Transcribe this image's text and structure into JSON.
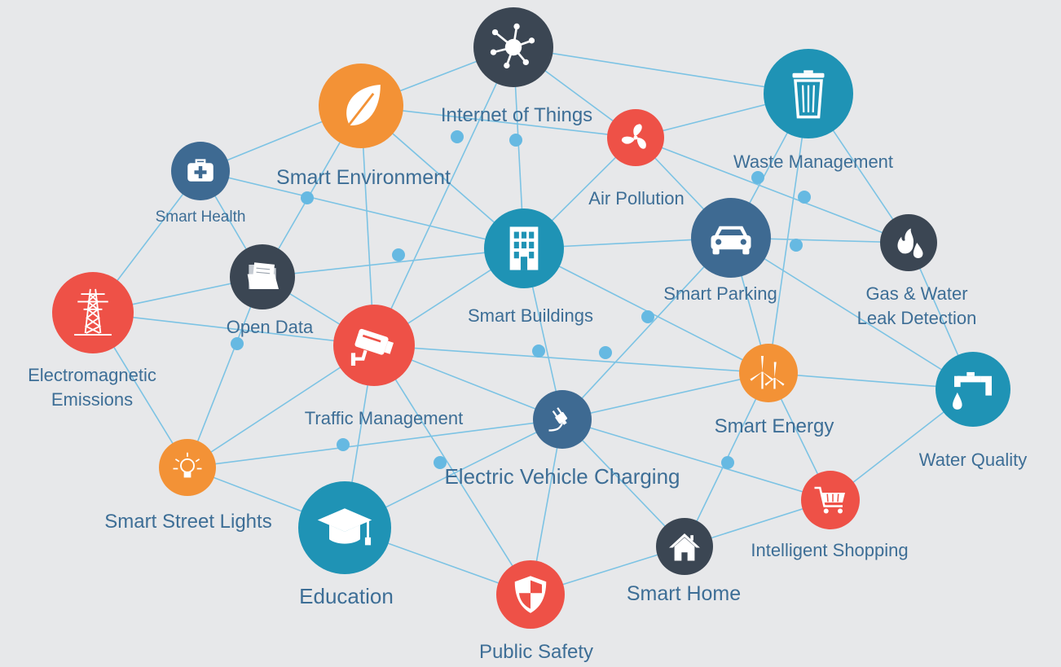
{
  "palette": {
    "background": "#e7e8ea",
    "edge": "#7cc3e4",
    "junction": "#66b9e2",
    "label": "#3d6e96",
    "orange": "#f39236",
    "red": "#ee5147",
    "dark_slate": "#3b4653",
    "steel_blue": "#3e6a92",
    "teal": "#1f93b5",
    "icon": "#ffffff"
  },
  "nodes": [
    {
      "id": "iot",
      "label": "Internet of Things",
      "icon": "network-hub-icon",
      "color": "dark_slate"
    },
    {
      "id": "environment",
      "label": "Smart Environment",
      "icon": "leaf-icon",
      "color": "orange"
    },
    {
      "id": "air",
      "label": "Air Pollution",
      "icon": "fan-icon",
      "color": "red"
    },
    {
      "id": "waste",
      "label": "Waste Management",
      "icon": "trash-can-icon",
      "color": "teal"
    },
    {
      "id": "health",
      "label": "Smart Health",
      "icon": "medical-kit-icon",
      "color": "steel_blue"
    },
    {
      "id": "buildings",
      "label": "Smart Buildings",
      "icon": "building-icon",
      "color": "teal"
    },
    {
      "id": "parking",
      "label": "Smart Parking",
      "icon": "car-icon",
      "color": "steel_blue"
    },
    {
      "id": "gas",
      "label": "Gas & Water",
      "label2": "Leak Detection",
      "icon": "fire-drop-icon",
      "color": "dark_slate"
    },
    {
      "id": "opendata",
      "label": "Open Data",
      "icon": "folder-icon",
      "color": "dark_slate"
    },
    {
      "id": "emissions",
      "label": "Electromagnetic",
      "label2": "Emissions",
      "icon": "power-tower-icon",
      "color": "red"
    },
    {
      "id": "traffic",
      "label": "Traffic Management",
      "icon": "security-camera-icon",
      "color": "red"
    },
    {
      "id": "energy",
      "label": "Smart Energy",
      "icon": "wind-turbine-icon",
      "color": "orange"
    },
    {
      "id": "water",
      "label": "Water Quality",
      "icon": "faucet-icon",
      "color": "teal"
    },
    {
      "id": "ev",
      "label": "Electric Vehicle Charging",
      "icon": "plug-icon",
      "color": "steel_blue"
    },
    {
      "id": "lights",
      "label": "Smart Street Lights",
      "icon": "light-bulb-icon",
      "color": "orange"
    },
    {
      "id": "education",
      "label": "Education",
      "icon": "graduation-cap-icon",
      "color": "teal"
    },
    {
      "id": "shopping",
      "label": "Intelligent Shopping",
      "icon": "shopping-cart-icon",
      "color": "red"
    },
    {
      "id": "home",
      "label": "Smart Home",
      "icon": "house-icon",
      "color": "dark_slate"
    },
    {
      "id": "safety",
      "label": "Public Safety",
      "icon": "shield-icon",
      "color": "red"
    }
  ],
  "edges": [
    [
      "iot",
      "environment"
    ],
    [
      "iot",
      "waste"
    ],
    [
      "iot",
      "air"
    ],
    [
      "environment",
      "health"
    ],
    [
      "environment",
      "opendata"
    ],
    [
      "environment",
      "traffic"
    ],
    [
      "environment",
      "buildings"
    ],
    [
      "health",
      "buildings"
    ],
    [
      "health",
      "emissions"
    ],
    [
      "health",
      "opendata"
    ],
    [
      "air",
      "parking"
    ],
    [
      "air",
      "buildings"
    ],
    [
      "air",
      "waste"
    ],
    [
      "air",
      "gas"
    ],
    [
      "iot",
      "buildings"
    ],
    [
      "iot",
      "traffic"
    ],
    [
      "environment",
      "air"
    ],
    [
      "waste",
      "parking"
    ],
    [
      "waste",
      "energy"
    ],
    [
      "waste",
      "gas"
    ],
    [
      "buildings",
      "opendata"
    ],
    [
      "buildings",
      "parking"
    ],
    [
      "buildings",
      "traffic"
    ],
    [
      "buildings",
      "energy"
    ],
    [
      "buildings",
      "ev"
    ],
    [
      "parking",
      "gas"
    ],
    [
      "parking",
      "energy"
    ],
    [
      "parking",
      "ev"
    ],
    [
      "parking",
      "water"
    ],
    [
      "gas",
      "water"
    ],
    [
      "opendata",
      "emissions"
    ],
    [
      "opendata",
      "lights"
    ],
    [
      "opendata",
      "traffic"
    ],
    [
      "emissions",
      "lights"
    ],
    [
      "emissions",
      "traffic"
    ],
    [
      "traffic",
      "energy"
    ],
    [
      "traffic",
      "ev"
    ],
    [
      "traffic",
      "lights"
    ],
    [
      "traffic",
      "education"
    ],
    [
      "traffic",
      "safety"
    ],
    [
      "energy",
      "ev"
    ],
    [
      "energy",
      "water"
    ],
    [
      "energy",
      "shopping"
    ],
    [
      "energy",
      "home"
    ],
    [
      "water",
      "shopping"
    ],
    [
      "ev",
      "lights"
    ],
    [
      "ev",
      "education"
    ],
    [
      "ev",
      "shopping"
    ],
    [
      "ev",
      "home"
    ],
    [
      "ev",
      "safety"
    ],
    [
      "lights",
      "education"
    ],
    [
      "education",
      "safety"
    ],
    [
      "shopping",
      "home"
    ],
    [
      "home",
      "safety"
    ]
  ]
}
